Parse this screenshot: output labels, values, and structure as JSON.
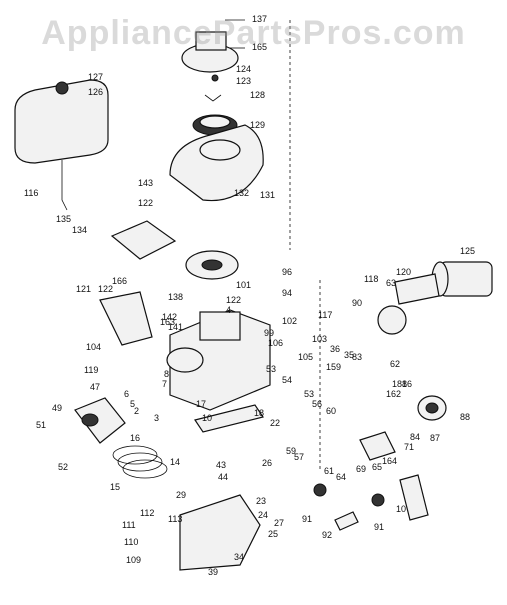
{
  "watermark": "AppliancePartsPros.com",
  "callouts": [
    "137",
    "165",
    "124",
    "123",
    "128",
    "129",
    "127",
    "126",
    "143",
    "132",
    "131",
    "116",
    "122",
    "135",
    "134",
    "166",
    "125",
    "118",
    "120",
    "63",
    "90",
    "96",
    "94",
    "121",
    "122",
    "163",
    "101",
    "138",
    "122",
    "142",
    "4",
    "141",
    "102",
    "117",
    "104",
    "99",
    "106",
    "103",
    "36",
    "35",
    "105",
    "83",
    "119",
    "62",
    "181",
    "162",
    "159",
    "53",
    "54",
    "53",
    "56",
    "86",
    "60",
    "88",
    "47",
    "49",
    "8",
    "7",
    "6",
    "5",
    "2",
    "18",
    "22",
    "3",
    "17",
    "51",
    "10",
    "16",
    "14",
    "52",
    "43",
    "44",
    "26",
    "15",
    "69",
    "65",
    "164",
    "71",
    "84",
    "87",
    "61",
    "64",
    "59",
    "57",
    "29",
    "23",
    "112",
    "113",
    "27",
    "25",
    "111",
    "24",
    "110",
    "34",
    "109",
    "39",
    "91",
    "92",
    "91",
    "10"
  ]
}
